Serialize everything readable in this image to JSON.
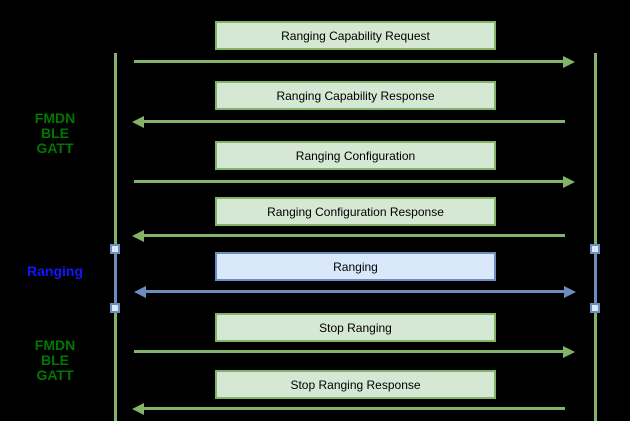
{
  "phases": [
    {
      "label": "FMDN\nBLE\nGATT",
      "color": "#007700"
    },
    {
      "label": "Ranging",
      "color": "#1414ff"
    },
    {
      "label": "FMDN\nBLE\nGATT",
      "color": "#007700"
    }
  ],
  "messages": [
    {
      "label": "Ranging Capability Request",
      "direction": "left-to-right",
      "style": "green"
    },
    {
      "label": "Ranging Capability Response",
      "direction": "right-to-left",
      "style": "green"
    },
    {
      "label": "Ranging Configuration",
      "direction": "left-to-right",
      "style": "green"
    },
    {
      "label": "Ranging Configuration Response",
      "direction": "right-to-left",
      "style": "green"
    },
    {
      "label": "Ranging",
      "direction": "bidirectional",
      "style": "blue"
    },
    {
      "label": "Stop Ranging",
      "direction": "left-to-right",
      "style": "green"
    },
    {
      "label": "Stop Ranging Response",
      "direction": "right-to-left",
      "style": "green"
    }
  ],
  "colors": {
    "background": "#000000",
    "green_box_fill": "#d5e8d4",
    "green_stroke": "#82b366",
    "blue_box_fill": "#dae8fc",
    "blue_stroke": "#6c8ebf",
    "phase_label_green": "#007700",
    "phase_label_blue": "#1414ff",
    "box_text": "#000000"
  }
}
